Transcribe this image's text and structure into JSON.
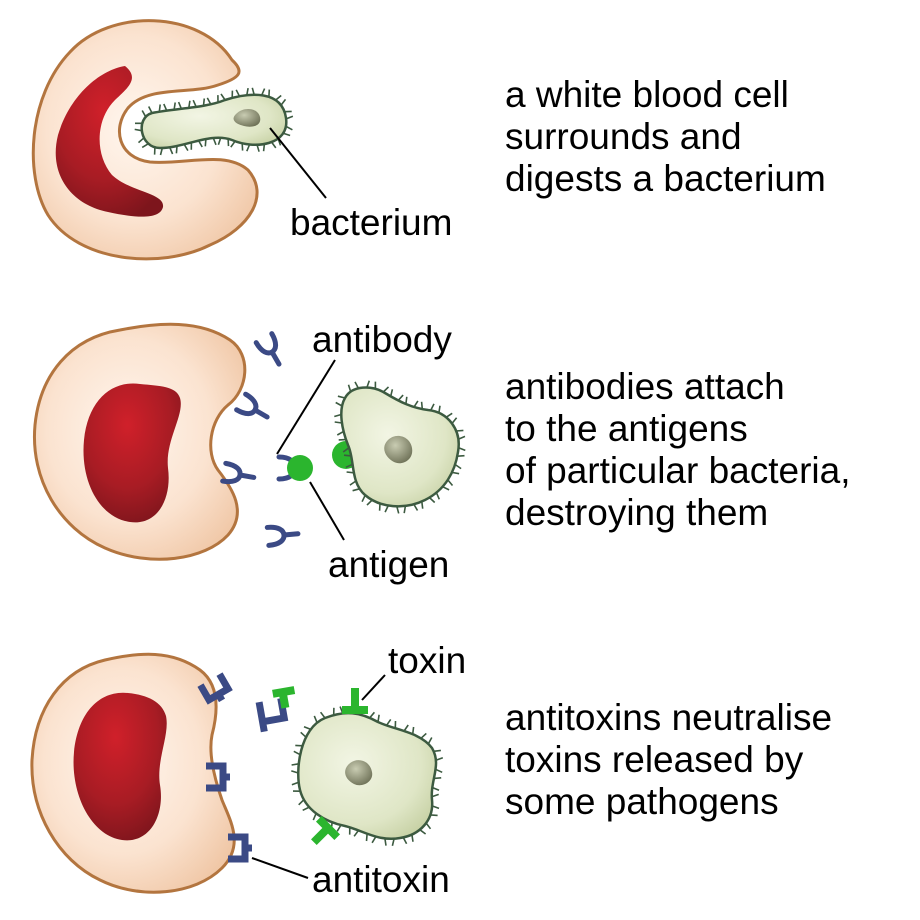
{
  "rows": [
    {
      "description": [
        "a white blood cell",
        "surrounds and",
        "digests a bacterium"
      ],
      "labels": {
        "bacterium": "bacterium"
      }
    },
    {
      "description": [
        "antibodies attach",
        "to the antigens",
        "of particular bacteria,",
        "destroying them"
      ],
      "labels": {
        "antibody": "antibody",
        "antigen": "antigen"
      }
    },
    {
      "description": [
        "antitoxins neutralise",
        "toxins released by",
        "some pathogens"
      ],
      "labels": {
        "toxin": "toxin",
        "antitoxin": "antitoxin"
      }
    }
  ],
  "colors": {
    "cell_fill": "#f8dcc6",
    "cell_outline": "#b3753f",
    "nucleus": "#a81c24",
    "bacterium_fill": "#dfe6c6",
    "bacterium_outline": "#3c5a40",
    "bacterium_nucleus": "#7a7d62",
    "antibody": "#3b4a85",
    "antigen": "#2bb52e"
  }
}
